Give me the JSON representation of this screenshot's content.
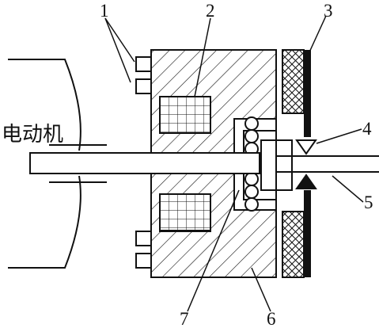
{
  "motor_label": "电动机",
  "callouts": [
    {
      "id": "1",
      "text": "1"
    },
    {
      "id": "2",
      "text": "2"
    },
    {
      "id": "3",
      "text": "3"
    },
    {
      "id": "4",
      "text": "4"
    },
    {
      "id": "5",
      "text": "5"
    },
    {
      "id": "6",
      "text": "6"
    },
    {
      "id": "7",
      "text": "7"
    }
  ],
  "colors": {
    "line": "#111111",
    "background": "#ffffff"
  }
}
